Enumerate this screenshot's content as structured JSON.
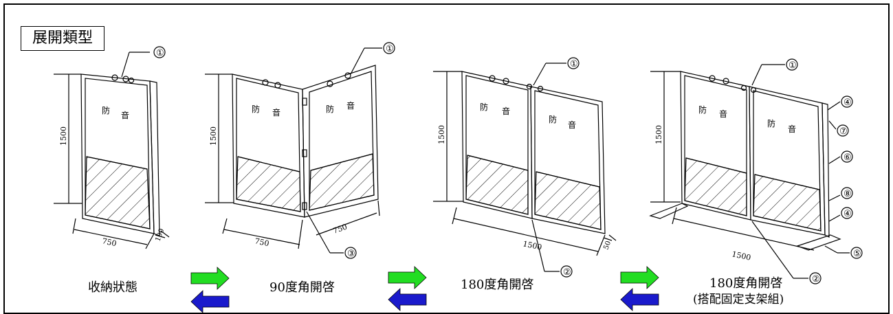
{
  "title": "展開類型",
  "panel_text": {
    "left": "防",
    "right": "音"
  },
  "dimensions": {
    "height": "1500",
    "width": "750",
    "thickness": "100",
    "wide": "1500",
    "offset": "50"
  },
  "callouts": [
    "①",
    "②",
    "③",
    "④",
    "⑤",
    "⑥",
    "⑦",
    "⑧"
  ],
  "captions": {
    "stored": "收納狀態",
    "open90": "90度角開啓",
    "open180": "180度角開啓",
    "open180_stand_line1": "180度角開啓",
    "open180_stand_line2": "(搭配固定支架組)"
  },
  "colors": {
    "forward_arrow": "#22dd22",
    "back_arrow": "#1a1acc",
    "line": "#000000"
  }
}
